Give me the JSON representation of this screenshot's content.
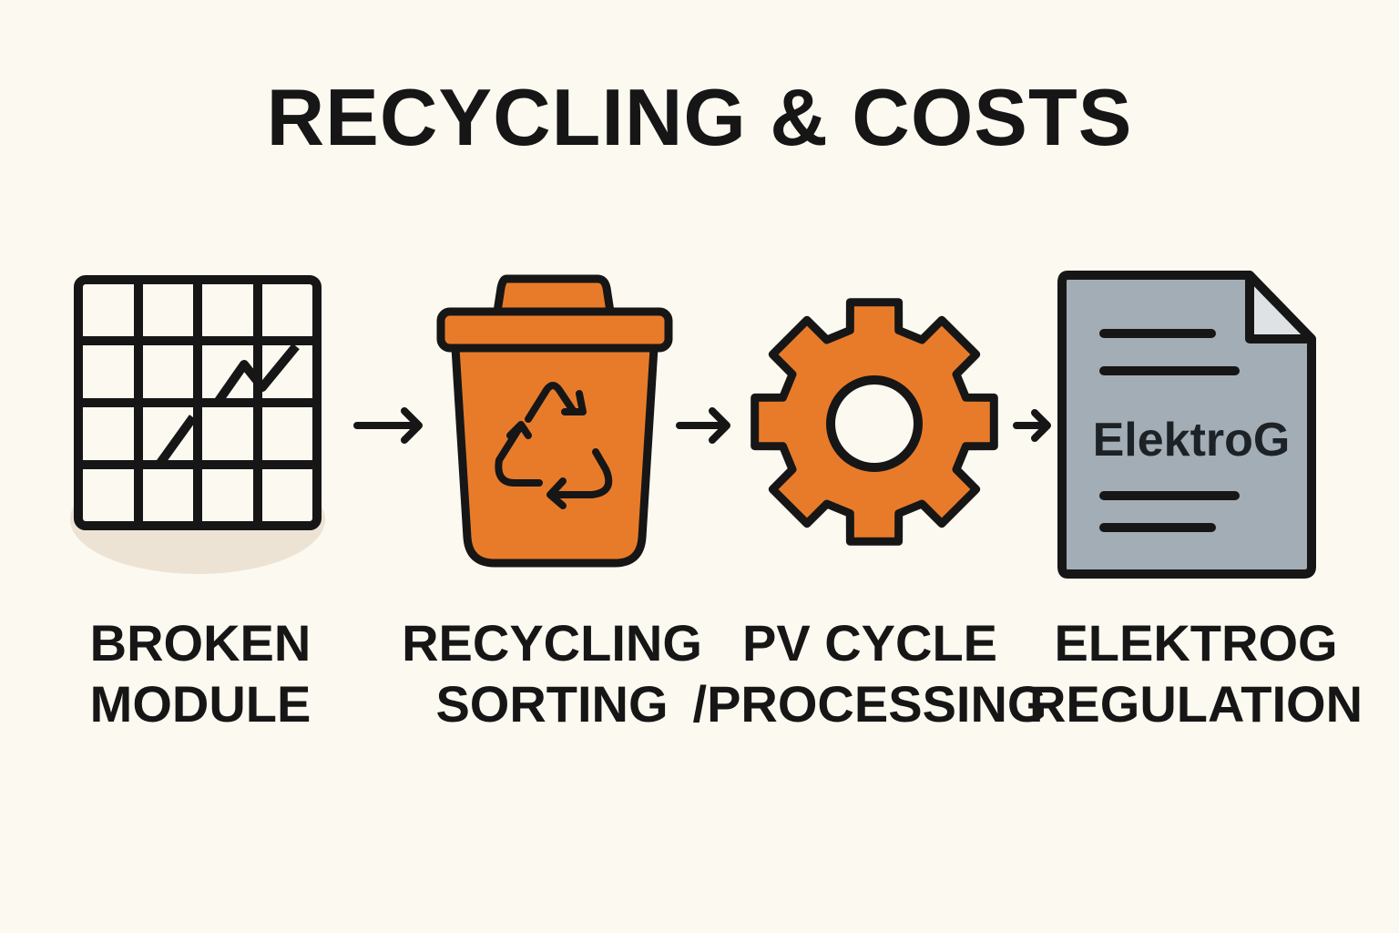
{
  "title": "RECYCLING & COSTS",
  "colors": {
    "background": "#fcf9f0",
    "accent": "#e87b2a",
    "document": "#a3adb5",
    "outline": "#161616"
  },
  "steps": [
    {
      "icon": "solar-module-icon",
      "line1": "BROKEN",
      "line2": "MODULE"
    },
    {
      "icon": "recycling-bin-icon",
      "line1": "RECYCLING",
      "line2": "SORTING"
    },
    {
      "icon": "gear-icon",
      "line1": "PV CYCLE",
      "line2": "/PROCESSING"
    },
    {
      "icon": "document-icon",
      "line1": "ELEKTROG",
      "line2": "REGULATION",
      "document_text": "ElektroG"
    }
  ]
}
